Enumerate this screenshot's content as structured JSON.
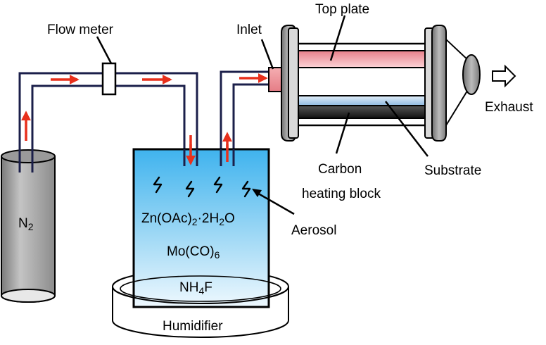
{
  "labels": {
    "flow_meter": "Flow meter",
    "inlet": "Inlet",
    "top_plate": "Top plate",
    "exhaust": "Exhaust",
    "carbon": "Carbon",
    "heating_block": "heating block",
    "substrate": "Substrate",
    "aerosol": "Aerosol",
    "humidifier": "Humidifier"
  },
  "chemicals": {
    "n2_base": "N",
    "n2_sub": "2",
    "zn_part1": "Zn(OAc)",
    "zn_sub1": "2",
    "zn_part2": "·2H",
    "zn_sub2": "2",
    "zn_part3": "O",
    "mo_part1": "Mo(CO)",
    "mo_sub": "6",
    "nh_part1": "NH",
    "nh_sub": "4",
    "nh_part2": "F"
  },
  "colors": {
    "tube": "#1b1f4a",
    "flow_arrow": "#e8301c",
    "cylinder_light": "#b9b9b9",
    "cylinder_dark": "#6f6f6f",
    "liquid_top": "#3fb3ee",
    "liquid_bottom": "#eaf6fd",
    "top_plate": "#f2a3a9",
    "substrate": "#a9cbe8",
    "heating_block": "#2a2a2a",
    "flange": "#8a8a8a"
  }
}
